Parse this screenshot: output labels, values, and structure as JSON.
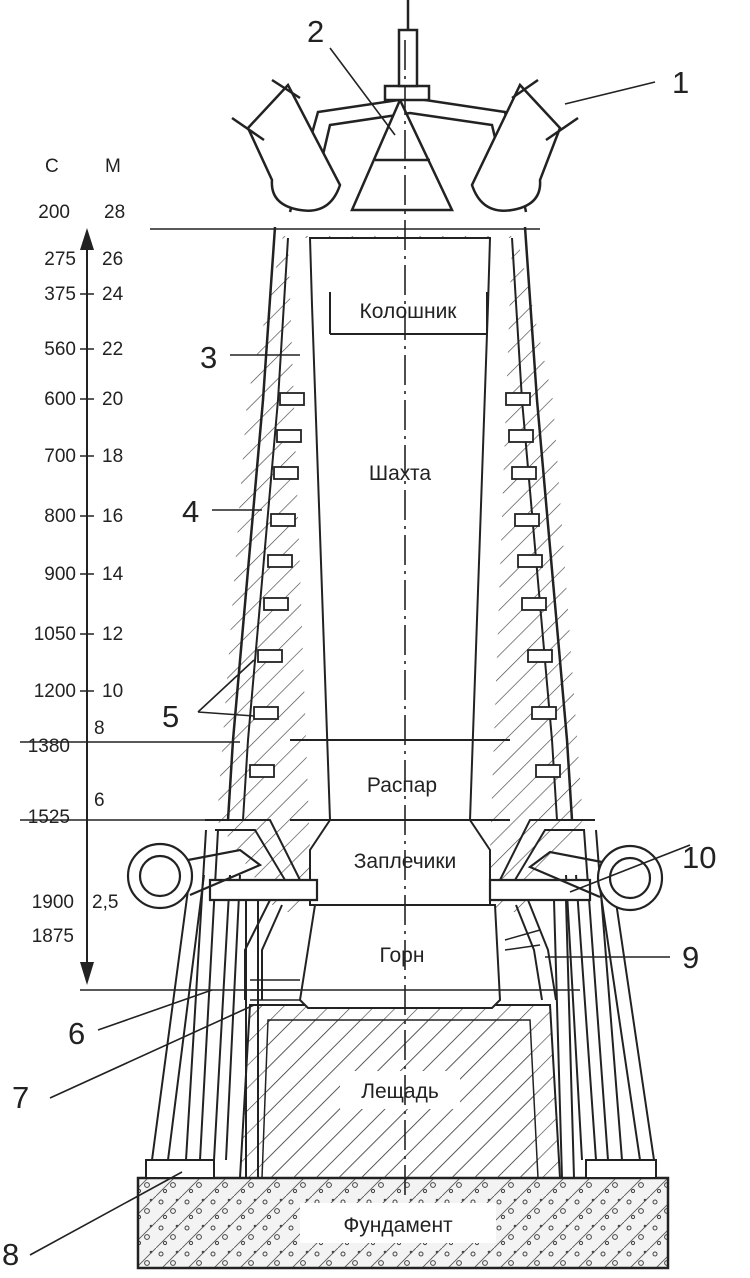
{
  "scale": {
    "col_c": "С",
    "col_m": "М",
    "rows": [
      {
        "c": "200",
        "m": "28"
      },
      {
        "c": "275",
        "m": "26"
      },
      {
        "c": "375",
        "m": "24"
      },
      {
        "c": "560",
        "m": "22"
      },
      {
        "c": "600",
        "m": "20"
      },
      {
        "c": "700",
        "m": "18"
      },
      {
        "c": "800",
        "m": "16"
      },
      {
        "c": "900",
        "m": "14"
      },
      {
        "c": "1050",
        "m": "12"
      },
      {
        "c": "1200",
        "m": "10"
      },
      {
        "c": "1380",
        "m": "8"
      },
      {
        "c": "1525",
        "m": "6"
      },
      {
        "c": "1900",
        "m": "2,5"
      },
      {
        "c": "1875",
        "m": ""
      }
    ]
  },
  "zones": {
    "top": "Колошник",
    "shaft": "Шахта",
    "belly": "Распар",
    "bosh": "Заплечики",
    "hearth": "Горн",
    "bottom": "Лещадь",
    "foundation": "Фундамент"
  },
  "callouts": [
    "1",
    "2",
    "3",
    "4",
    "5",
    "6",
    "7",
    "8",
    "9",
    "10"
  ],
  "colors": {
    "ink": "#222222",
    "paper": "#ffffff"
  }
}
